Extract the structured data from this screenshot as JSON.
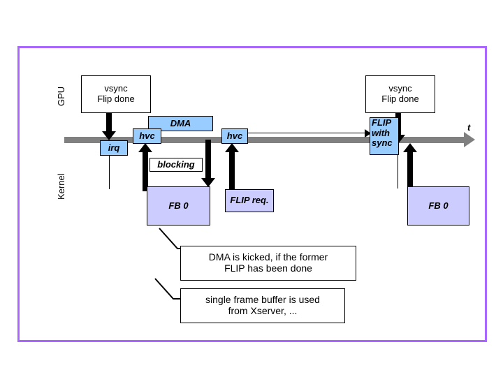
{
  "slide": {
    "frame_color": "#aa66ff",
    "background": "#ffffff"
  },
  "palette": {
    "blue_fill": "#99ccff",
    "lavender_fill": "#ccccff",
    "white_fill": "#ffffff",
    "axis_gray": "#808080",
    "stroke": "#000000"
  },
  "lanes": {
    "top_label": "GPU",
    "bottom_label": "Kernel"
  },
  "axis": {
    "time_label": "t"
  },
  "events": {
    "vsync_left": "vsync\nFlip done",
    "vsync_left_line1": "vsync",
    "vsync_left_line2": "Flip done",
    "vsync_right_line1": "vsync",
    "vsync_right_line2": "Flip done",
    "irq": "irq",
    "hvc_1": "hvc",
    "hvc_2": "hvc",
    "dma": "DMA",
    "blocking": "blocking",
    "flip_with_sync_line1": "FLIP",
    "flip_with_sync_line2": "with",
    "flip_with_sync_line3": "sync",
    "fb0_left": "FB 0",
    "fb0_right": "FB 0",
    "flip_req": "FLIP req."
  },
  "annotations": [
    {
      "id": "dma-kick-note",
      "line1": "DMA is kicked, if the former",
      "line2": "FLIP has been done"
    },
    {
      "id": "single-fb-note",
      "line1": "single frame buffer is used",
      "line2": "from Xserver, ..."
    }
  ]
}
